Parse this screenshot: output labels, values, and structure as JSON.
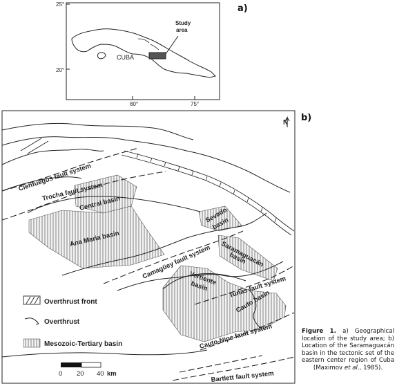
{
  "panel_a": {
    "label": "a)",
    "lat_labels": [
      "25°",
      "20°"
    ],
    "lon_labels": [
      "80°",
      "75°"
    ],
    "country": "CUBA",
    "study_area_label": [
      "Study",
      "area"
    ]
  },
  "panel_b": {
    "label": "b)",
    "north": "N",
    "fault_systems": [
      "Cienfuegos fault system",
      "Trocha fault system",
      "Camagüey fault system",
      "Tunas fault system",
      "Cauto-Nipe fault system",
      "Bartlett fault system"
    ],
    "basins": {
      "central": "Central basin",
      "ana_maria": "Ana Maria basin",
      "sevado": [
        "Sevado",
        "basin"
      ],
      "saramaguacan": [
        "Saramaguacán",
        "basin"
      ],
      "vertiente": [
        "Vertiente",
        "basin"
      ],
      "cauto": "Cauto basin"
    },
    "legend": [
      {
        "symbol": "overthrust-front",
        "label": "Overthrust front"
      },
      {
        "symbol": "overthrust",
        "label": "Overthrust"
      },
      {
        "symbol": "basin-hatch",
        "label": "Mesozoic-Tertiary basin"
      }
    ],
    "scale": {
      "ticks": [
        "0",
        "20",
        "40"
      ],
      "unit": "km"
    }
  },
  "caption": {
    "figure": "Figure 1.",
    "text": "a) Geographical location of the study area; b) Location of the Saramaguacán basin in the tectonic set of the eastern center region of Cuba",
    "cite_open": "(Maximov ",
    "cite_etal": "et al",
    "cite_close": "., 1985)."
  }
}
